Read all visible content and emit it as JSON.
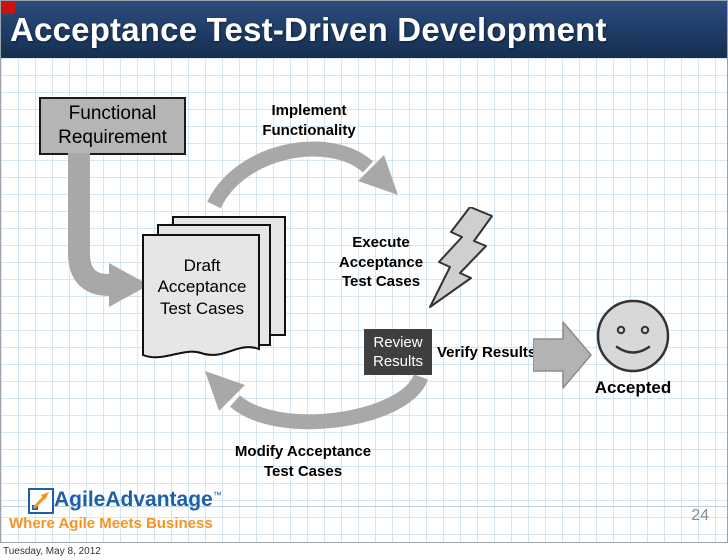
{
  "slide": {
    "title": "Acceptance Test-Driven Development",
    "page_number": "24",
    "date": "Tuesday, May 8, 2012"
  },
  "diagram": {
    "functional_requirement": "Functional Requirement",
    "implement_functionality": "Implement Functionality",
    "draft_acceptance_test_cases": "Draft Acceptance Test Cases",
    "execute_acceptance_test_cases": "Execute Acceptance Test Cases",
    "review_results": "Review Results",
    "verify_results": "Verify Results",
    "accepted": "Accepted",
    "modify_acceptance_test_cases": "Modify Acceptance Test Cases"
  },
  "logo": {
    "brand": "AgileAdvantage",
    "trademark": "™",
    "tagline": "Where Agile Meets Business"
  },
  "colors": {
    "header_navy": "#1d3a63",
    "header_navy_light": "#2d4d7c",
    "accent_red": "#cc1111",
    "brand_blue": "#1f5fa8",
    "brand_orange": "#f7941d",
    "page_num_gray": "#7d8ea0"
  }
}
